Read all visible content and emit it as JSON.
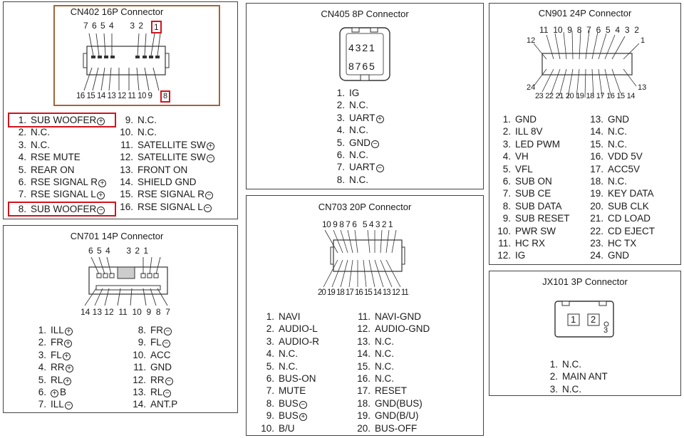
{
  "cn402": {
    "title": "CN402 16P Connector",
    "top_numbers": "7 6 5 4     3 2",
    "top_highlight": "1",
    "bottom_numbers": "16 15 14 13 12 11 10 9",
    "bottom_highlight": "8",
    "left_pins": [
      {
        "num": "1.",
        "label": "SUB WOOFER",
        "sym": "+",
        "highlight": true
      },
      {
        "num": "2.",
        "label": "N.C.",
        "sym": ""
      },
      {
        "num": "3.",
        "label": "N.C.",
        "sym": ""
      },
      {
        "num": "4.",
        "label": "RSE MUTE",
        "sym": ""
      },
      {
        "num": "5.",
        "label": "REAR ON",
        "sym": ""
      },
      {
        "num": "6.",
        "label": "RSE SIGNAL R",
        "sym": "+"
      },
      {
        "num": "7.",
        "label": "RSE SIGNAL L",
        "sym": "+"
      },
      {
        "num": "8.",
        "label": "SUB WOOFER",
        "sym": "−",
        "highlight": true
      }
    ],
    "right_pins": [
      {
        "num": "9.",
        "label": "N.C.",
        "sym": ""
      },
      {
        "num": "10.",
        "label": "N.C.",
        "sym": ""
      },
      {
        "num": "11.",
        "label": "SATELLITE SW",
        "sym": "+"
      },
      {
        "num": "12.",
        "label": "SATELLITE SW",
        "sym": "−"
      },
      {
        "num": "13.",
        "label": "FRONT ON",
        "sym": ""
      },
      {
        "num": "14.",
        "label": "SHIELD GND",
        "sym": ""
      },
      {
        "num": "15.",
        "label": "RSE SIGNAL R",
        "sym": "−"
      },
      {
        "num": "16.",
        "label": "RSE SIGNAL L",
        "sym": "−"
      }
    ]
  },
  "cn405": {
    "title": "CN405 8P Connector",
    "top_numbers": "4 3 2 1",
    "bottom_numbers": "8 7 6 5",
    "pins": [
      {
        "num": "1.",
        "label": "IG",
        "sym": ""
      },
      {
        "num": "2.",
        "label": "N.C.",
        "sym": ""
      },
      {
        "num": "3.",
        "label": "UART",
        "sym": "+"
      },
      {
        "num": "4.",
        "label": "N.C.",
        "sym": ""
      },
      {
        "num": "5.",
        "label": "GND",
        "sym": "−"
      },
      {
        "num": "6.",
        "label": "N.C.",
        "sym": ""
      },
      {
        "num": "7.",
        "label": "UART",
        "sym": "−"
      },
      {
        "num": "8.",
        "label": "N.C.",
        "sym": ""
      }
    ]
  },
  "cn901": {
    "title": "CN901 24P Connector",
    "top_numbers": [
      "11",
      "10",
      "9",
      "8",
      "7",
      "6",
      "5",
      "4",
      "3",
      "2"
    ],
    "top_left": "12",
    "top_right": "1",
    "bottom_numbers": [
      "23",
      "22",
      "21",
      "20",
      "19",
      "18",
      "17",
      "16",
      "15",
      "14"
    ],
    "bottom_left": "24",
    "bottom_right": "13",
    "left_pins": [
      {
        "num": "1.",
        "label": "GND"
      },
      {
        "num": "2.",
        "label": "ILL 8V"
      },
      {
        "num": "3.",
        "label": "LED PWM"
      },
      {
        "num": "4.",
        "label": "VH"
      },
      {
        "num": "5.",
        "label": "VFL"
      },
      {
        "num": "6.",
        "label": "SUB ON"
      },
      {
        "num": "7.",
        "label": "SUB CE"
      },
      {
        "num": "8.",
        "label": "SUB DATA"
      },
      {
        "num": "9.",
        "label": "SUB RESET"
      },
      {
        "num": "10.",
        "label": "PWR SW"
      },
      {
        "num": "11.",
        "label": "HC RX"
      },
      {
        "num": "12.",
        "label": "IG"
      }
    ],
    "right_pins": [
      {
        "num": "13.",
        "label": "GND"
      },
      {
        "num": "14.",
        "label": "N.C."
      },
      {
        "num": "15.",
        "label": "N.C."
      },
      {
        "num": "16.",
        "label": "VDD 5V"
      },
      {
        "num": "17.",
        "label": "ACC5V"
      },
      {
        "num": "18.",
        "label": "N.C."
      },
      {
        "num": "19.",
        "label": "KEY DATA"
      },
      {
        "num": "20.",
        "label": "SUB CLK"
      },
      {
        "num": "21.",
        "label": "CD LOAD"
      },
      {
        "num": "22.",
        "label": "CD EJECT"
      },
      {
        "num": "23.",
        "label": "HC TX"
      },
      {
        "num": "24.",
        "label": "GND"
      }
    ]
  },
  "cn701": {
    "title": "CN701 14P Connector",
    "top_numbers": "6 5 4     3 2 1",
    "bottom_numbers": "14 13 12  11  10  9  8  7",
    "left_pins": [
      {
        "num": "1.",
        "label": "ILL",
        "sym": "+"
      },
      {
        "num": "2.",
        "label": "FR",
        "sym": "+"
      },
      {
        "num": "3.",
        "label": "FL",
        "sym": "+"
      },
      {
        "num": "4.",
        "label": "RR",
        "sym": "+"
      },
      {
        "num": "5.",
        "label": "RL",
        "sym": "+"
      },
      {
        "num": "6.",
        "label": "B",
        "sym": "+",
        "sym_before": true
      },
      {
        "num": "7.",
        "label": "ILL",
        "sym": "−"
      }
    ],
    "right_pins": [
      {
        "num": "8.",
        "label": "FR",
        "sym": "−"
      },
      {
        "num": "9.",
        "label": "FL",
        "sym": "−"
      },
      {
        "num": "10.",
        "label": "ACC",
        "sym": ""
      },
      {
        "num": "11.",
        "label": "GND",
        "sym": ""
      },
      {
        "num": "12.",
        "label": "RR",
        "sym": "−"
      },
      {
        "num": "13.",
        "label": "RL",
        "sym": "−"
      },
      {
        "num": "14.",
        "label": "ANT.P",
        "sym": ""
      }
    ]
  },
  "cn703": {
    "title": "CN703 20P Connector",
    "top_numbers": "10 9 8 7 6   5 4 3 2 1",
    "bottom_numbers": "20 19 18 17 16 15 14 13 12 11",
    "left_pins": [
      {
        "num": "1.",
        "label": "NAVI",
        "sym": ""
      },
      {
        "num": "2.",
        "label": "AUDIO-L",
        "sym": ""
      },
      {
        "num": "3.",
        "label": "AUDIO-R",
        "sym": ""
      },
      {
        "num": "4.",
        "label": "N.C.",
        "sym": ""
      },
      {
        "num": "5.",
        "label": "N.C.",
        "sym": ""
      },
      {
        "num": "6.",
        "label": "BUS-ON",
        "sym": ""
      },
      {
        "num": "7.",
        "label": "MUTE",
        "sym": ""
      },
      {
        "num": "8.",
        "label": "BUS",
        "sym": "−"
      },
      {
        "num": "9.",
        "label": "BUS",
        "sym": "+"
      },
      {
        "num": "10.",
        "label": "B/U",
        "sym": ""
      }
    ],
    "right_pins": [
      {
        "num": "11.",
        "label": "NAVI-GND",
        "sym": ""
      },
      {
        "num": "12.",
        "label": "AUDIO-GND",
        "sym": ""
      },
      {
        "num": "13.",
        "label": "N.C.",
        "sym": ""
      },
      {
        "num": "14.",
        "label": "N.C.",
        "sym": ""
      },
      {
        "num": "15.",
        "label": "N.C.",
        "sym": ""
      },
      {
        "num": "16.",
        "label": "N.C.",
        "sym": ""
      },
      {
        "num": "17.",
        "label": "RESET",
        "sym": ""
      },
      {
        "num": "18.",
        "label": "GND(BUS)",
        "sym": ""
      },
      {
        "num": "19.",
        "label": "GND(B/U)",
        "sym": ""
      },
      {
        "num": "20.",
        "label": "BUS-OFF",
        "sym": ""
      }
    ]
  },
  "jx101": {
    "title": "JX101 3P Connector",
    "box_labels": [
      "1",
      "2"
    ],
    "pin3_label": "3",
    "pins": [
      {
        "num": "1.",
        "label": "N.C."
      },
      {
        "num": "2.",
        "label": "MAIN ANT"
      },
      {
        "num": "3.",
        "label": "N.C."
      }
    ]
  },
  "colors": {
    "highlight": "#d0141c",
    "cn402_frame": "#a0663a",
    "border": "#444444"
  }
}
